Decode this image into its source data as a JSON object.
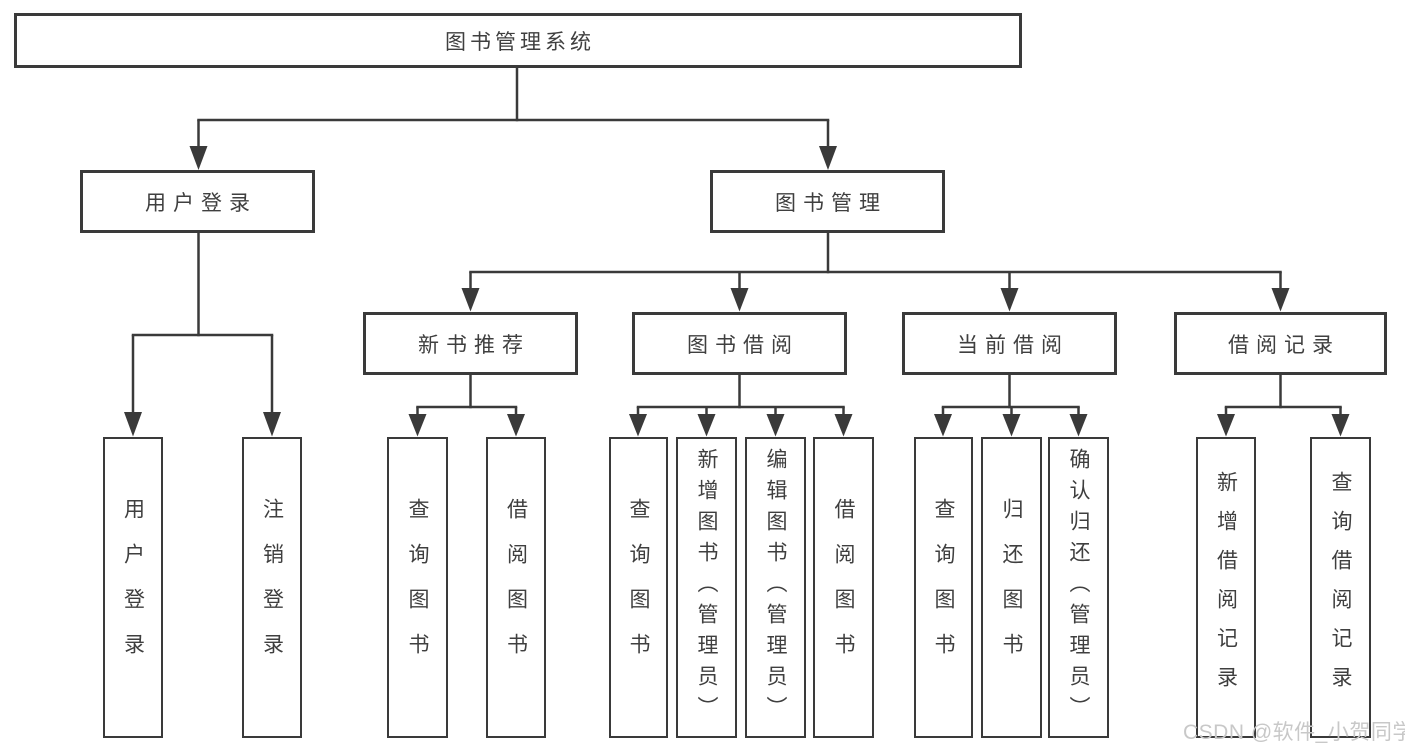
{
  "diagram": {
    "title_node": "图书管理系统",
    "tree": {
      "root": "图书管理系统",
      "level2": [
        "用户登录",
        "图书管理"
      ],
      "level3": [
        "新书推荐",
        "图书借阅",
        "当前借阅",
        "借阅记录"
      ],
      "leaves": [
        "用户登录",
        "注销登录",
        "查询图书",
        "借阅图书",
        "查询图书",
        "新增图书（管理员）",
        "编辑图书（管理员）",
        "借阅图书",
        "查询图书",
        "归还图书",
        "确认归还（管理员）",
        "新增借阅记录",
        "查询借阅记录"
      ]
    },
    "structure": {
      "图书管理系统": [
        "用户登录",
        "图书管理"
      ],
      "用户登录": [
        "用户登录",
        "注销登录"
      ],
      "图书管理": [
        "新书推荐",
        "图书借阅",
        "当前借阅",
        "借阅记录"
      ],
      "新书推荐": [
        "查询图书",
        "借阅图书"
      ],
      "图书借阅": [
        "查询图书",
        "新增图书（管理员）",
        "编辑图书（管理员）",
        "借阅图书"
      ],
      "当前借阅": [
        "查询图书",
        "归还图书",
        "确认归还（管理员）"
      ],
      "借阅记录": [
        "新增借阅记录",
        "查询借阅记录"
      ]
    },
    "watermark": "CSDN @软件_小贺同学",
    "colors": {
      "line": "#3a3a3a",
      "box_border": "#3a3a3a",
      "text": "#3f3f3f",
      "watermark": "#c8c8c8",
      "background": "#ffffff"
    }
  }
}
